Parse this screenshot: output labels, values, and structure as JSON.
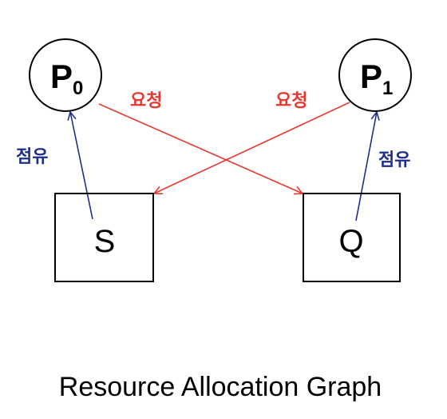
{
  "processes": [
    {
      "letter": "P",
      "index": "0"
    },
    {
      "letter": "P",
      "index": "1"
    }
  ],
  "resources": [
    {
      "label": "S"
    },
    {
      "label": "Q"
    }
  ],
  "edges": {
    "request_label": "요청",
    "hold_label": "점유",
    "request_color": "#e8392f",
    "hold_color": "#1f2f8c"
  },
  "caption": "Resource Allocation Graph"
}
